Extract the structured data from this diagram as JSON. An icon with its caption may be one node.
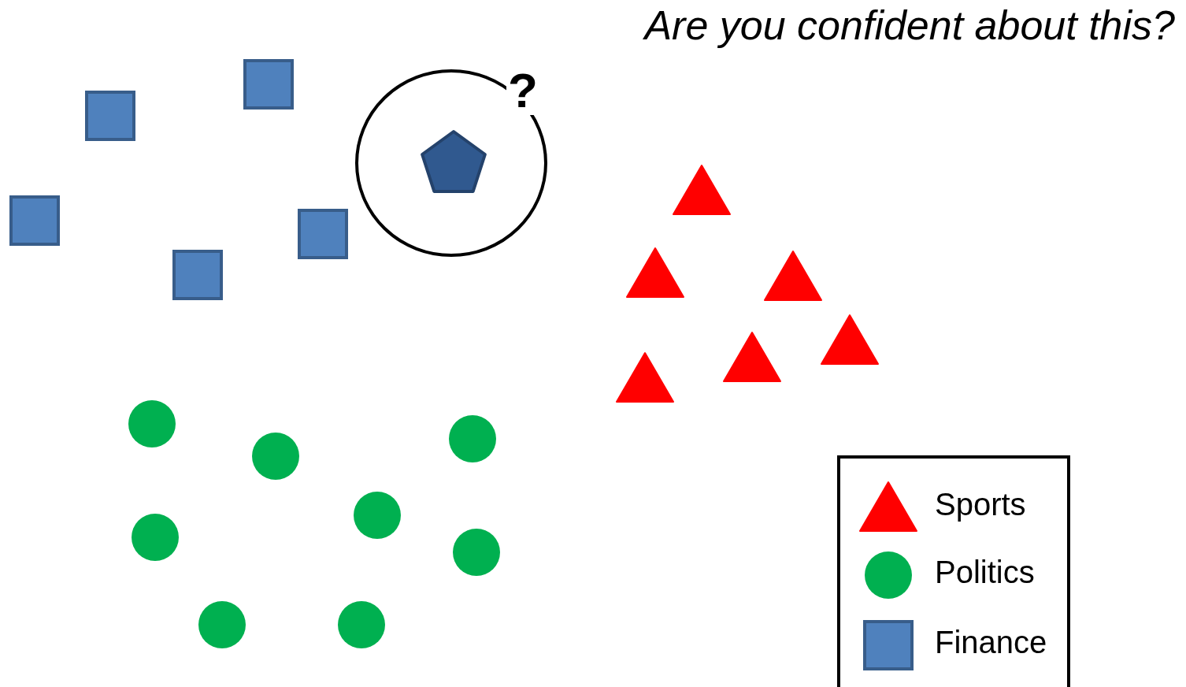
{
  "diagram": {
    "title": "Are you confident about this?",
    "labels": [
      "?"
    ],
    "legend": [
      {
        "text": "Sports"
      },
      {
        "text": "Politics"
      },
      {
        "text": "Finance"
      }
    ]
  }
}
